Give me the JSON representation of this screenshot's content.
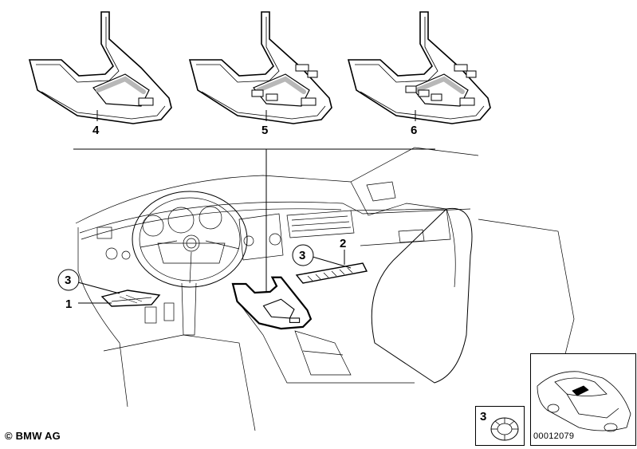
{
  "callouts": {
    "c1": "1",
    "c2": "2",
    "c3a": "3",
    "c3b": "3",
    "c3c": "3",
    "c4": "4",
    "c5": "5",
    "c6": "6"
  },
  "footer": {
    "copyright": "© BMW AG",
    "image_number": "00012079"
  },
  "colors": {
    "line": "#000000",
    "background": "#ffffff",
    "shade": "#b8b8b8"
  }
}
